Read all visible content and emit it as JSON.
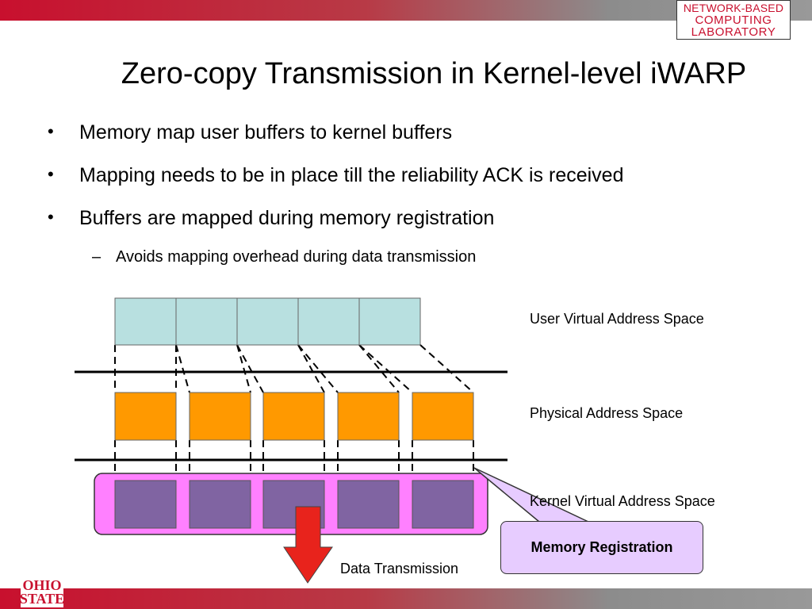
{
  "header": {
    "lab_logo_lines": [
      "NETWORK-BASED",
      "COMPUTING",
      "LABORATORY"
    ]
  },
  "footer": {
    "osu_logo_lines": [
      "OHIO",
      "STATE"
    ]
  },
  "slide": {
    "title": "Zero-copy Transmission in Kernel-level iWARP",
    "bullets": [
      "Memory map user buffers to kernel buffers",
      "Mapping needs to be in place till the reliability ACK is received",
      "Buffers are mapped during memory registration"
    ],
    "sub_bullets": [
      "Avoids mapping overhead during data transmission"
    ],
    "bullet_glyph": "•",
    "sub_glyph": "–"
  },
  "diagram": {
    "layers": {
      "user": "User Virtual Address Space",
      "physical": "Physical Address Space",
      "kernel": "Kernel Virtual Address Space"
    },
    "callout": "Memory Registration",
    "arrow_label": "Data Transmission",
    "colors": {
      "user_buffer": "#b8e0e0",
      "physical_buffer": "#ff9900",
      "kernel_buffer": "#8064a2",
      "kernel_group": "#ff80ff",
      "callout": "#e7ccff",
      "arrow": "#e8231c"
    }
  }
}
